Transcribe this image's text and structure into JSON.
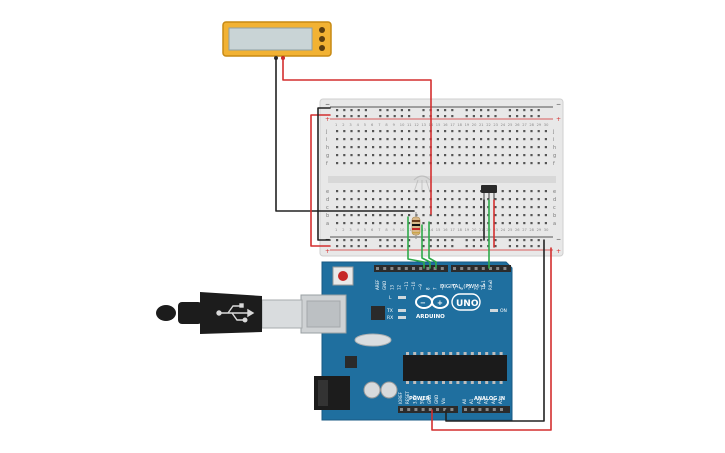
{
  "colors": {
    "board": "#1f6f9f",
    "breadboard": "#e8e8e8",
    "wire_red": "#d32f2f",
    "wire_black": "#222222",
    "wire_green": "#2faa4a",
    "lcd_frame": "#f2b233",
    "lcd_screen": "#c9d4d6"
  },
  "icons": {
    "logo": "arduino-infinity-logo",
    "usb": "usb-trident-icon"
  },
  "arduino": {
    "brand": "ARDUINO",
    "model": "UNO",
    "digital_label": "DIGITAL (PWM~)",
    "power_label": "POWER",
    "analog_label": "ANALOG IN",
    "on_label": "ON",
    "tx_label": "TX",
    "rx_label": "RX",
    "l_label": "L",
    "digital_pins": [
      "AREF",
      "GND",
      "13",
      "12",
      "~11",
      "~10",
      "~9",
      "8",
      "7",
      "~6",
      "~5",
      "4",
      "~3",
      "2",
      "TX▸1",
      "RX◂0"
    ],
    "power_pins": [
      "IOREF",
      "RESET",
      "3.3V",
      "5V",
      "GND",
      "GND",
      "Vin"
    ],
    "analog_pins": [
      "A0",
      "A1",
      "A2",
      "A3",
      "A4",
      "A5"
    ]
  },
  "breadboard": {
    "rows_top": [
      "j",
      "i",
      "h",
      "g",
      "f"
    ],
    "rows_bottom": [
      "e",
      "d",
      "c",
      "b",
      "a"
    ],
    "plus": "+",
    "minus": "−"
  }
}
